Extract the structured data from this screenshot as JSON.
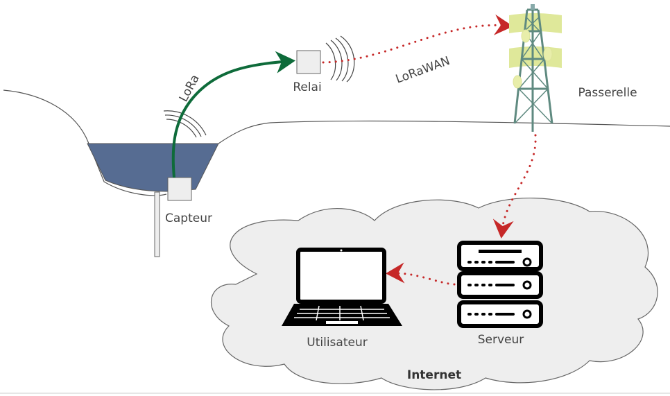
{
  "labels": {
    "sensor": "Capteur",
    "relay": "Relai",
    "gateway": "Passerelle",
    "server": "Serveur",
    "user": "Utilisateur",
    "internet": "Internet",
    "lora": "LoRa",
    "lorawan": "LoRaWAN"
  },
  "colors": {
    "water": "#566c92",
    "lora_link": "#0e6b3a",
    "lorawan_link": "#c62828",
    "tower": "#5f8a80",
    "signal": "#dfe89a",
    "cloud": "#eeeeee",
    "box": "#eeeeee"
  }
}
